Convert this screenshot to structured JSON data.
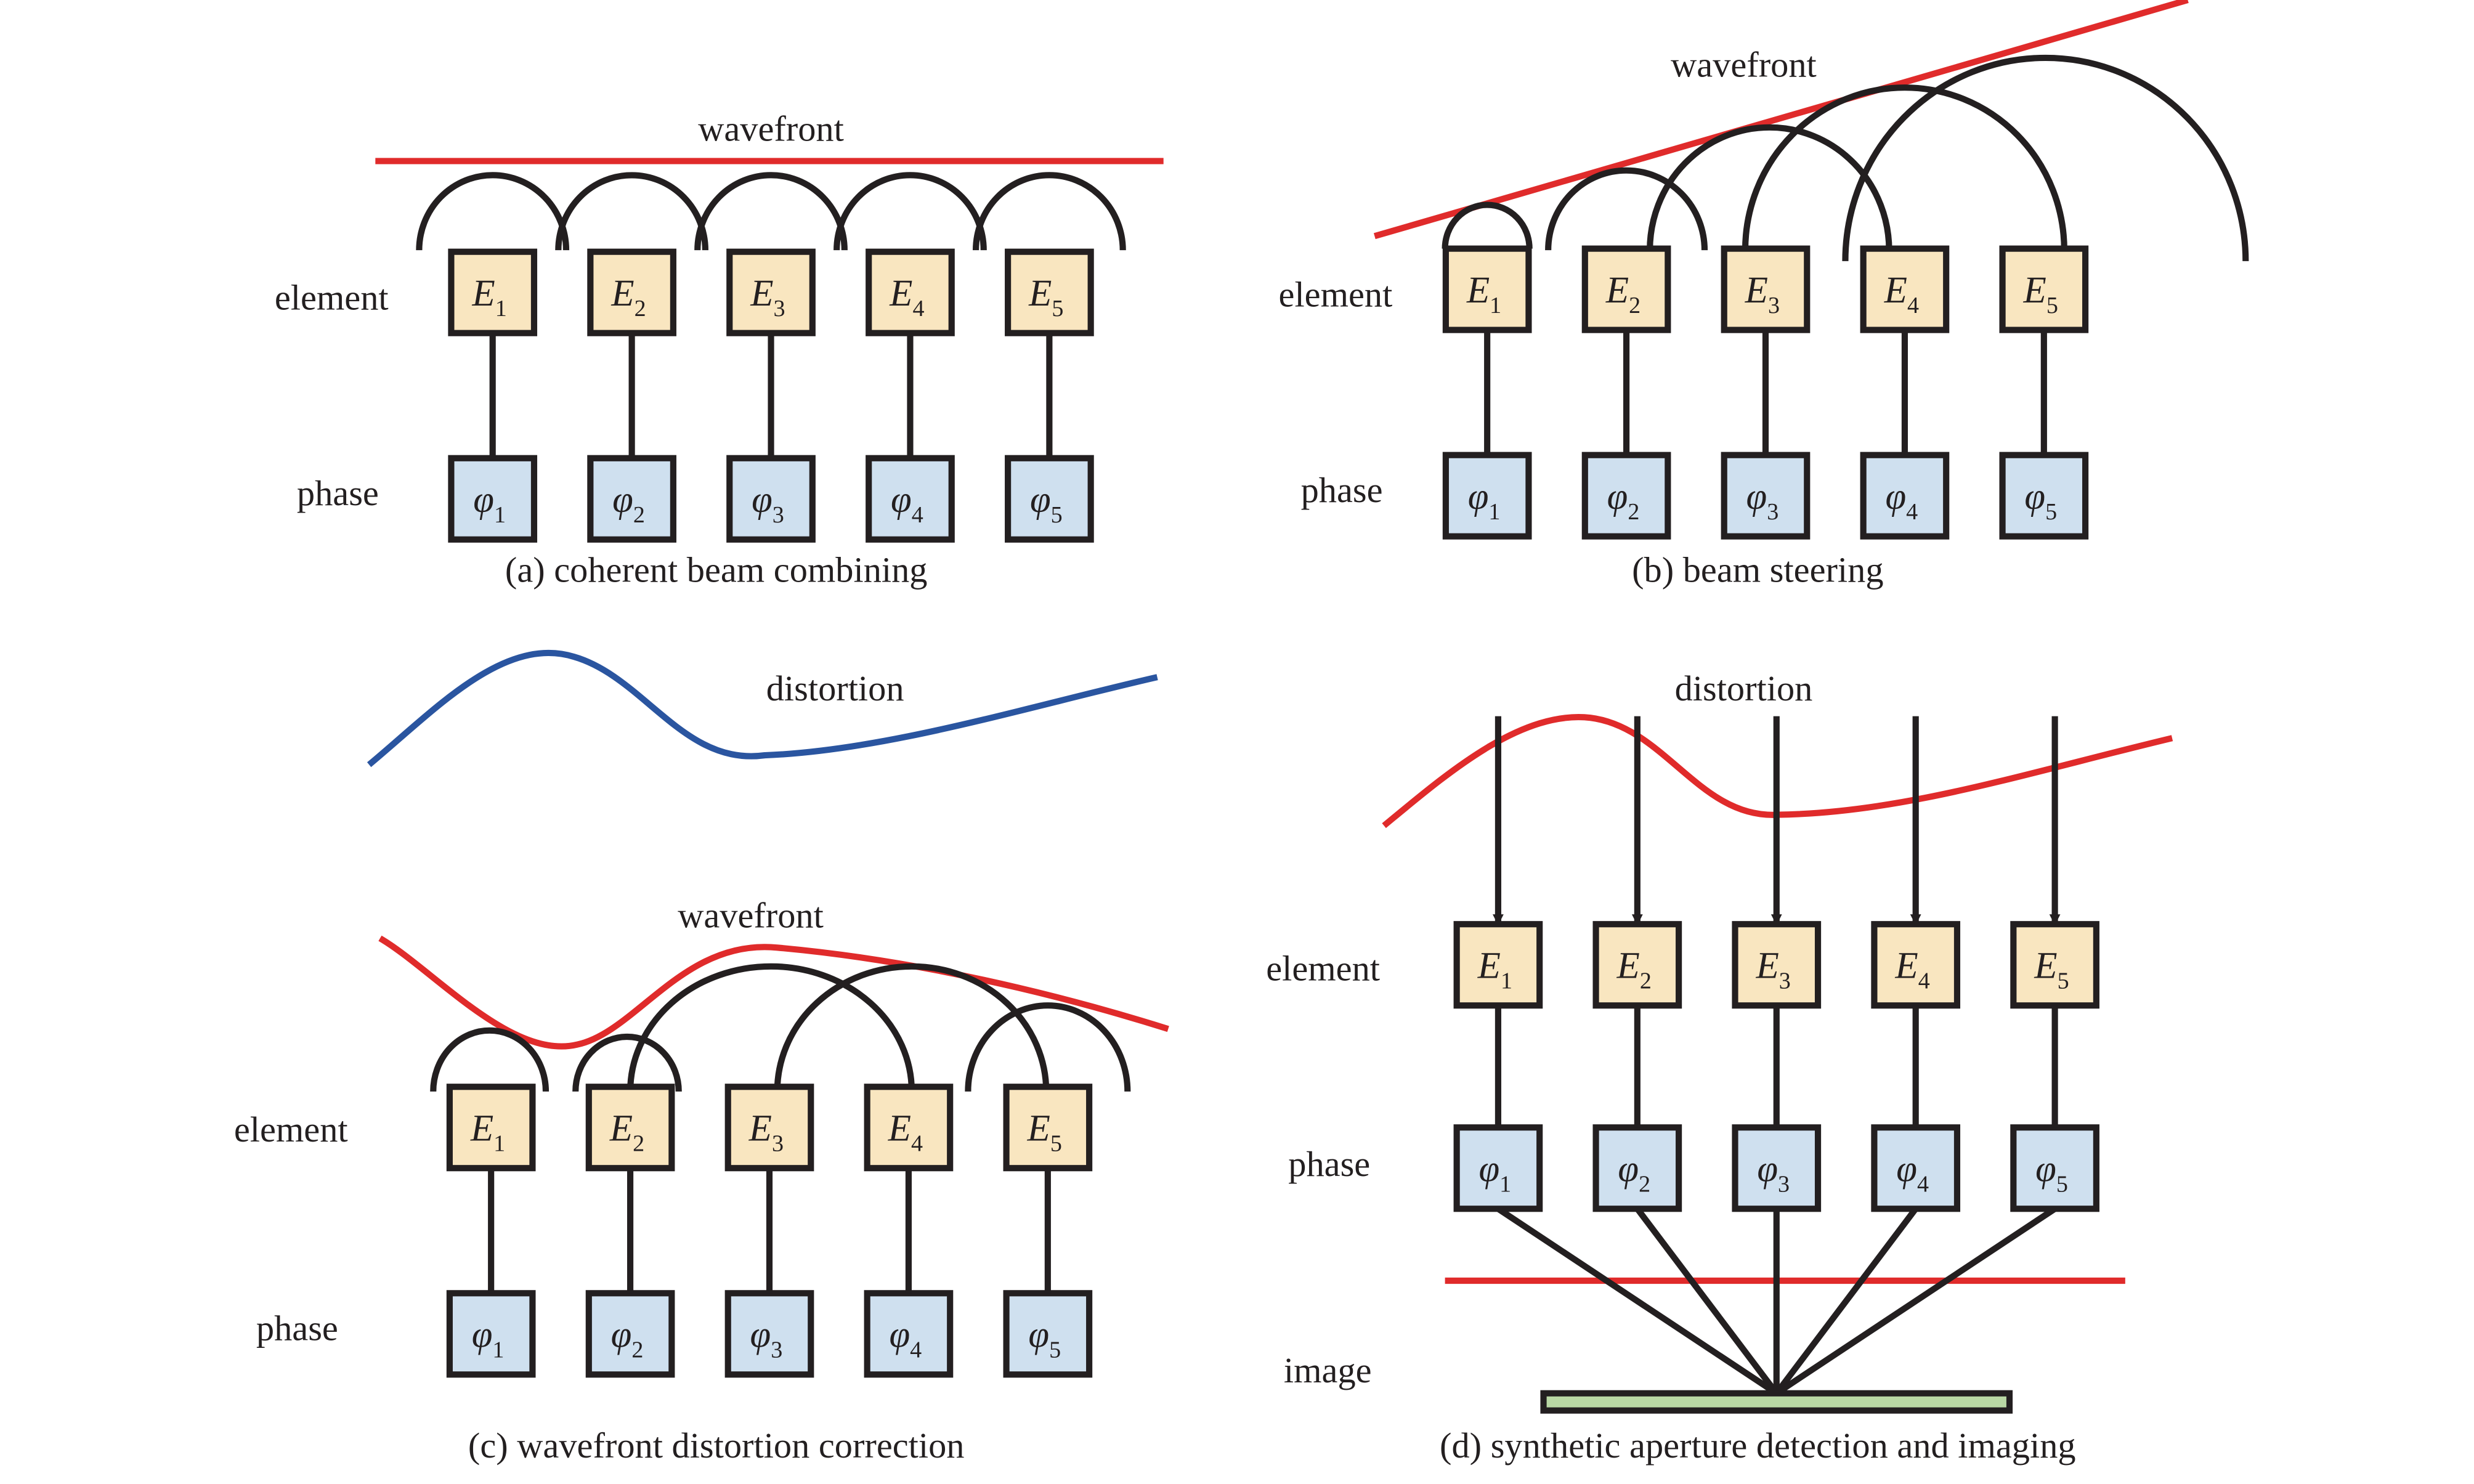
{
  "colors": {
    "element_fill": "#f9e6c0",
    "phase_fill": "#cfe0ef",
    "wavefront": "#e02b2b",
    "distortion_curve": "#2a55a0",
    "image_plane": "#b9d8a4",
    "ink": "#231f20"
  },
  "labels": {
    "wavefront": "wavefront",
    "distortion": "distortion",
    "element": "element",
    "phase": "phase",
    "image": "image"
  },
  "symbols": {
    "element": "E",
    "phase": "φ",
    "indices": [
      "1",
      "2",
      "3",
      "4",
      "5"
    ]
  },
  "panels": {
    "a": {
      "caption": "(a) coherent beam combining"
    },
    "b": {
      "caption": "(b) beam steering"
    },
    "c": {
      "caption": "(c) wavefront distortion correction"
    },
    "d": {
      "caption": "(d) synthetic aperture detection and imaging"
    }
  }
}
